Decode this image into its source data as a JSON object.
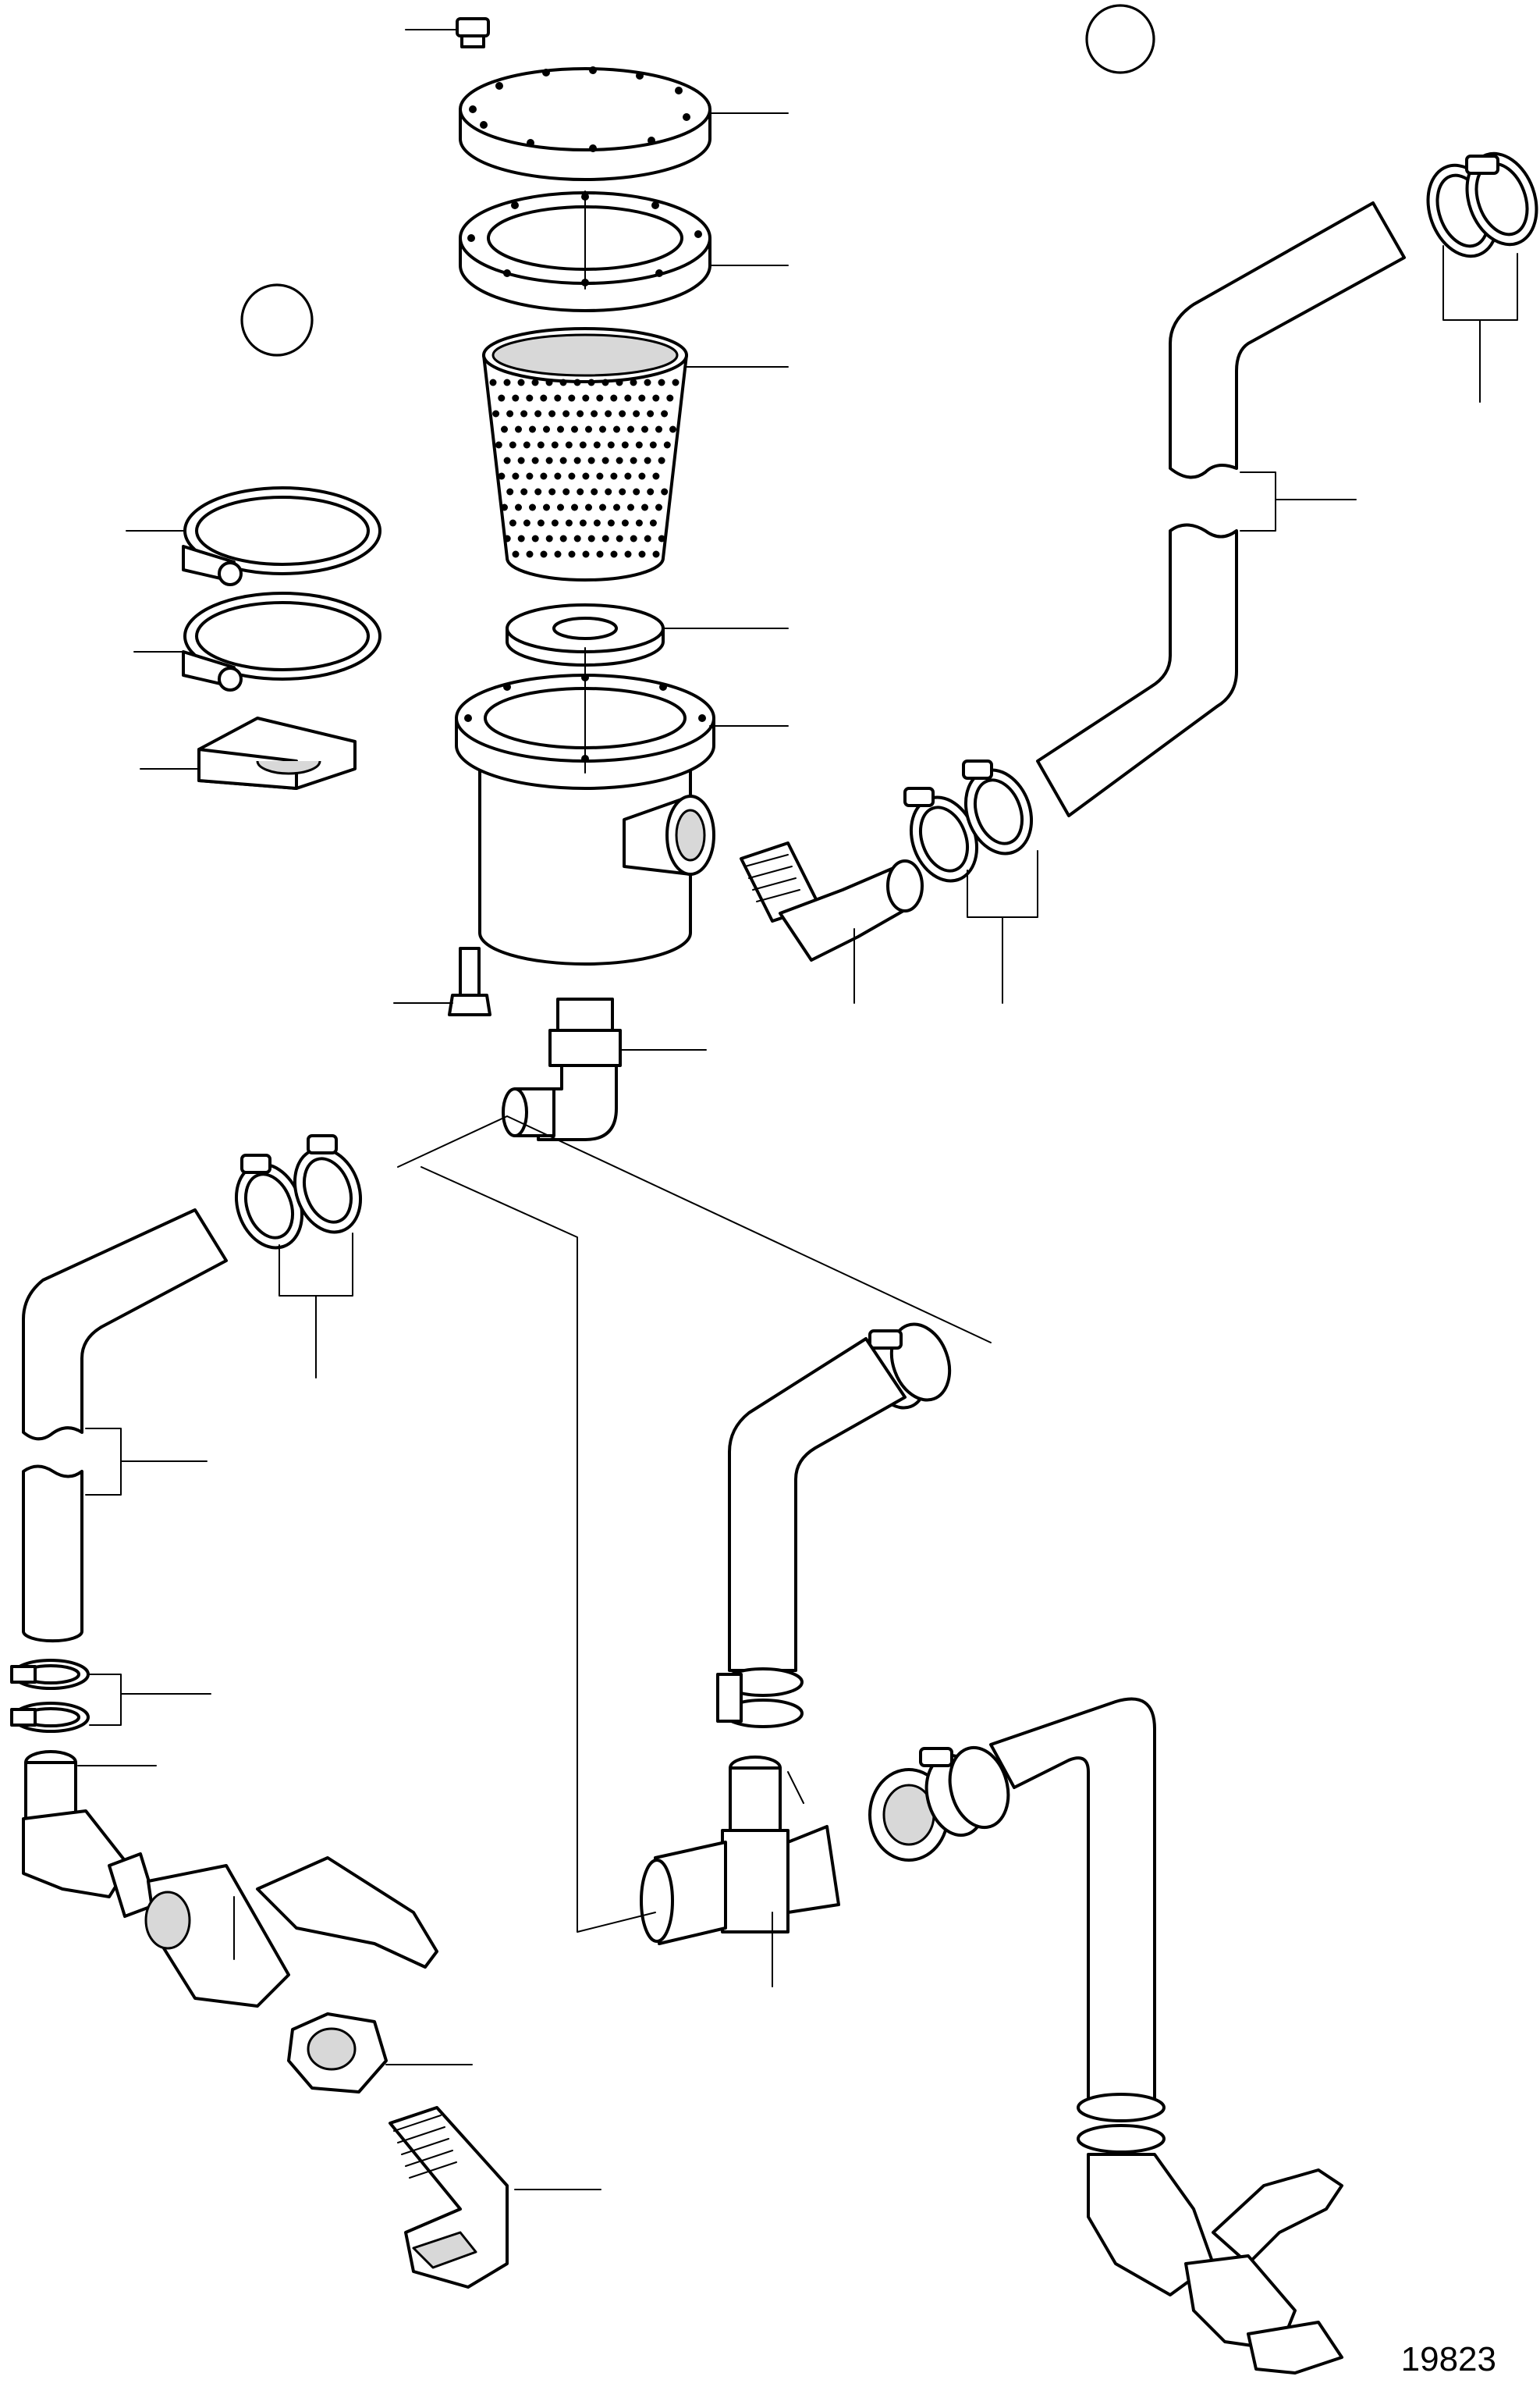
{
  "figure": {
    "number": "19823",
    "callout_circles": 2,
    "leader_lines": 26
  }
}
